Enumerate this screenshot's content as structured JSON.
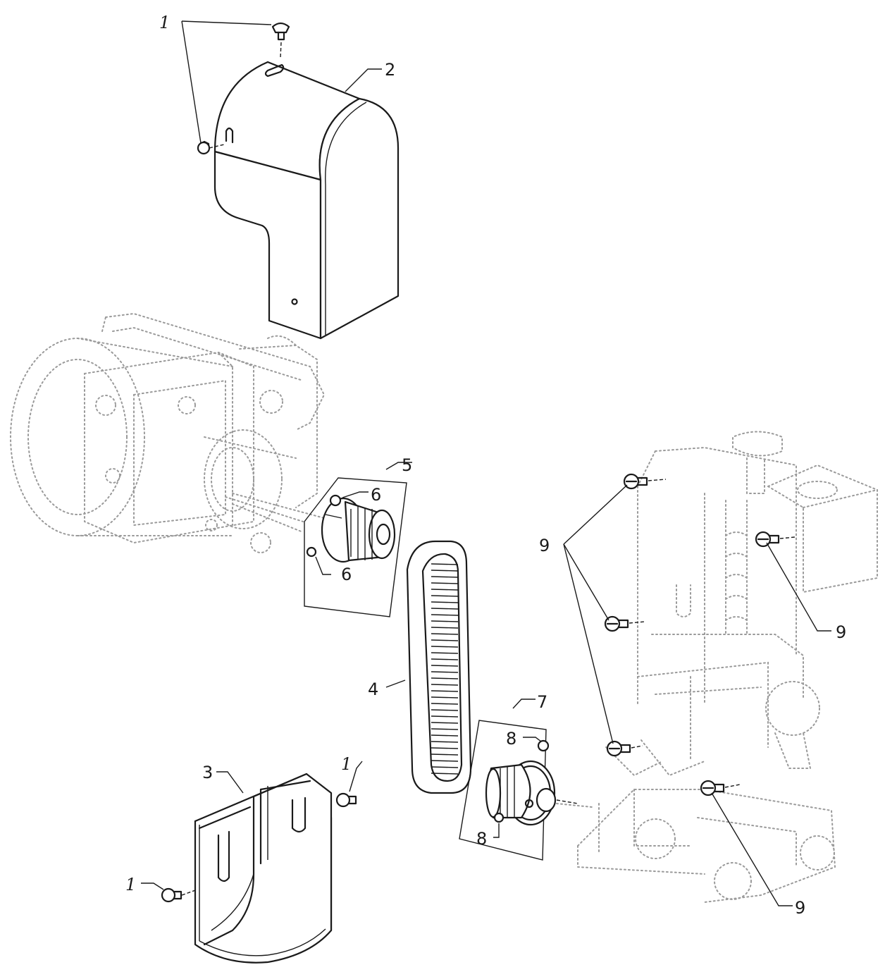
{
  "callouts": {
    "screw_top": "1",
    "cover_top": "2",
    "cover_bottom": "3",
    "belt": "4",
    "pulley_motor": "5",
    "setscrew_a": "6",
    "setscrew_b": "6",
    "pulley_driven": "7",
    "setscrew_c": "8",
    "setscrew_d": "8",
    "screws_frame": "9",
    "screw_frame_right": "9",
    "screw_frame_bottom": "9",
    "screw_lower_right": "1",
    "screw_lower_left": "1"
  },
  "colors": {
    "ink": "#1a1a1a",
    "ghost": "#9a9a9a",
    "background": "#ffffff"
  }
}
